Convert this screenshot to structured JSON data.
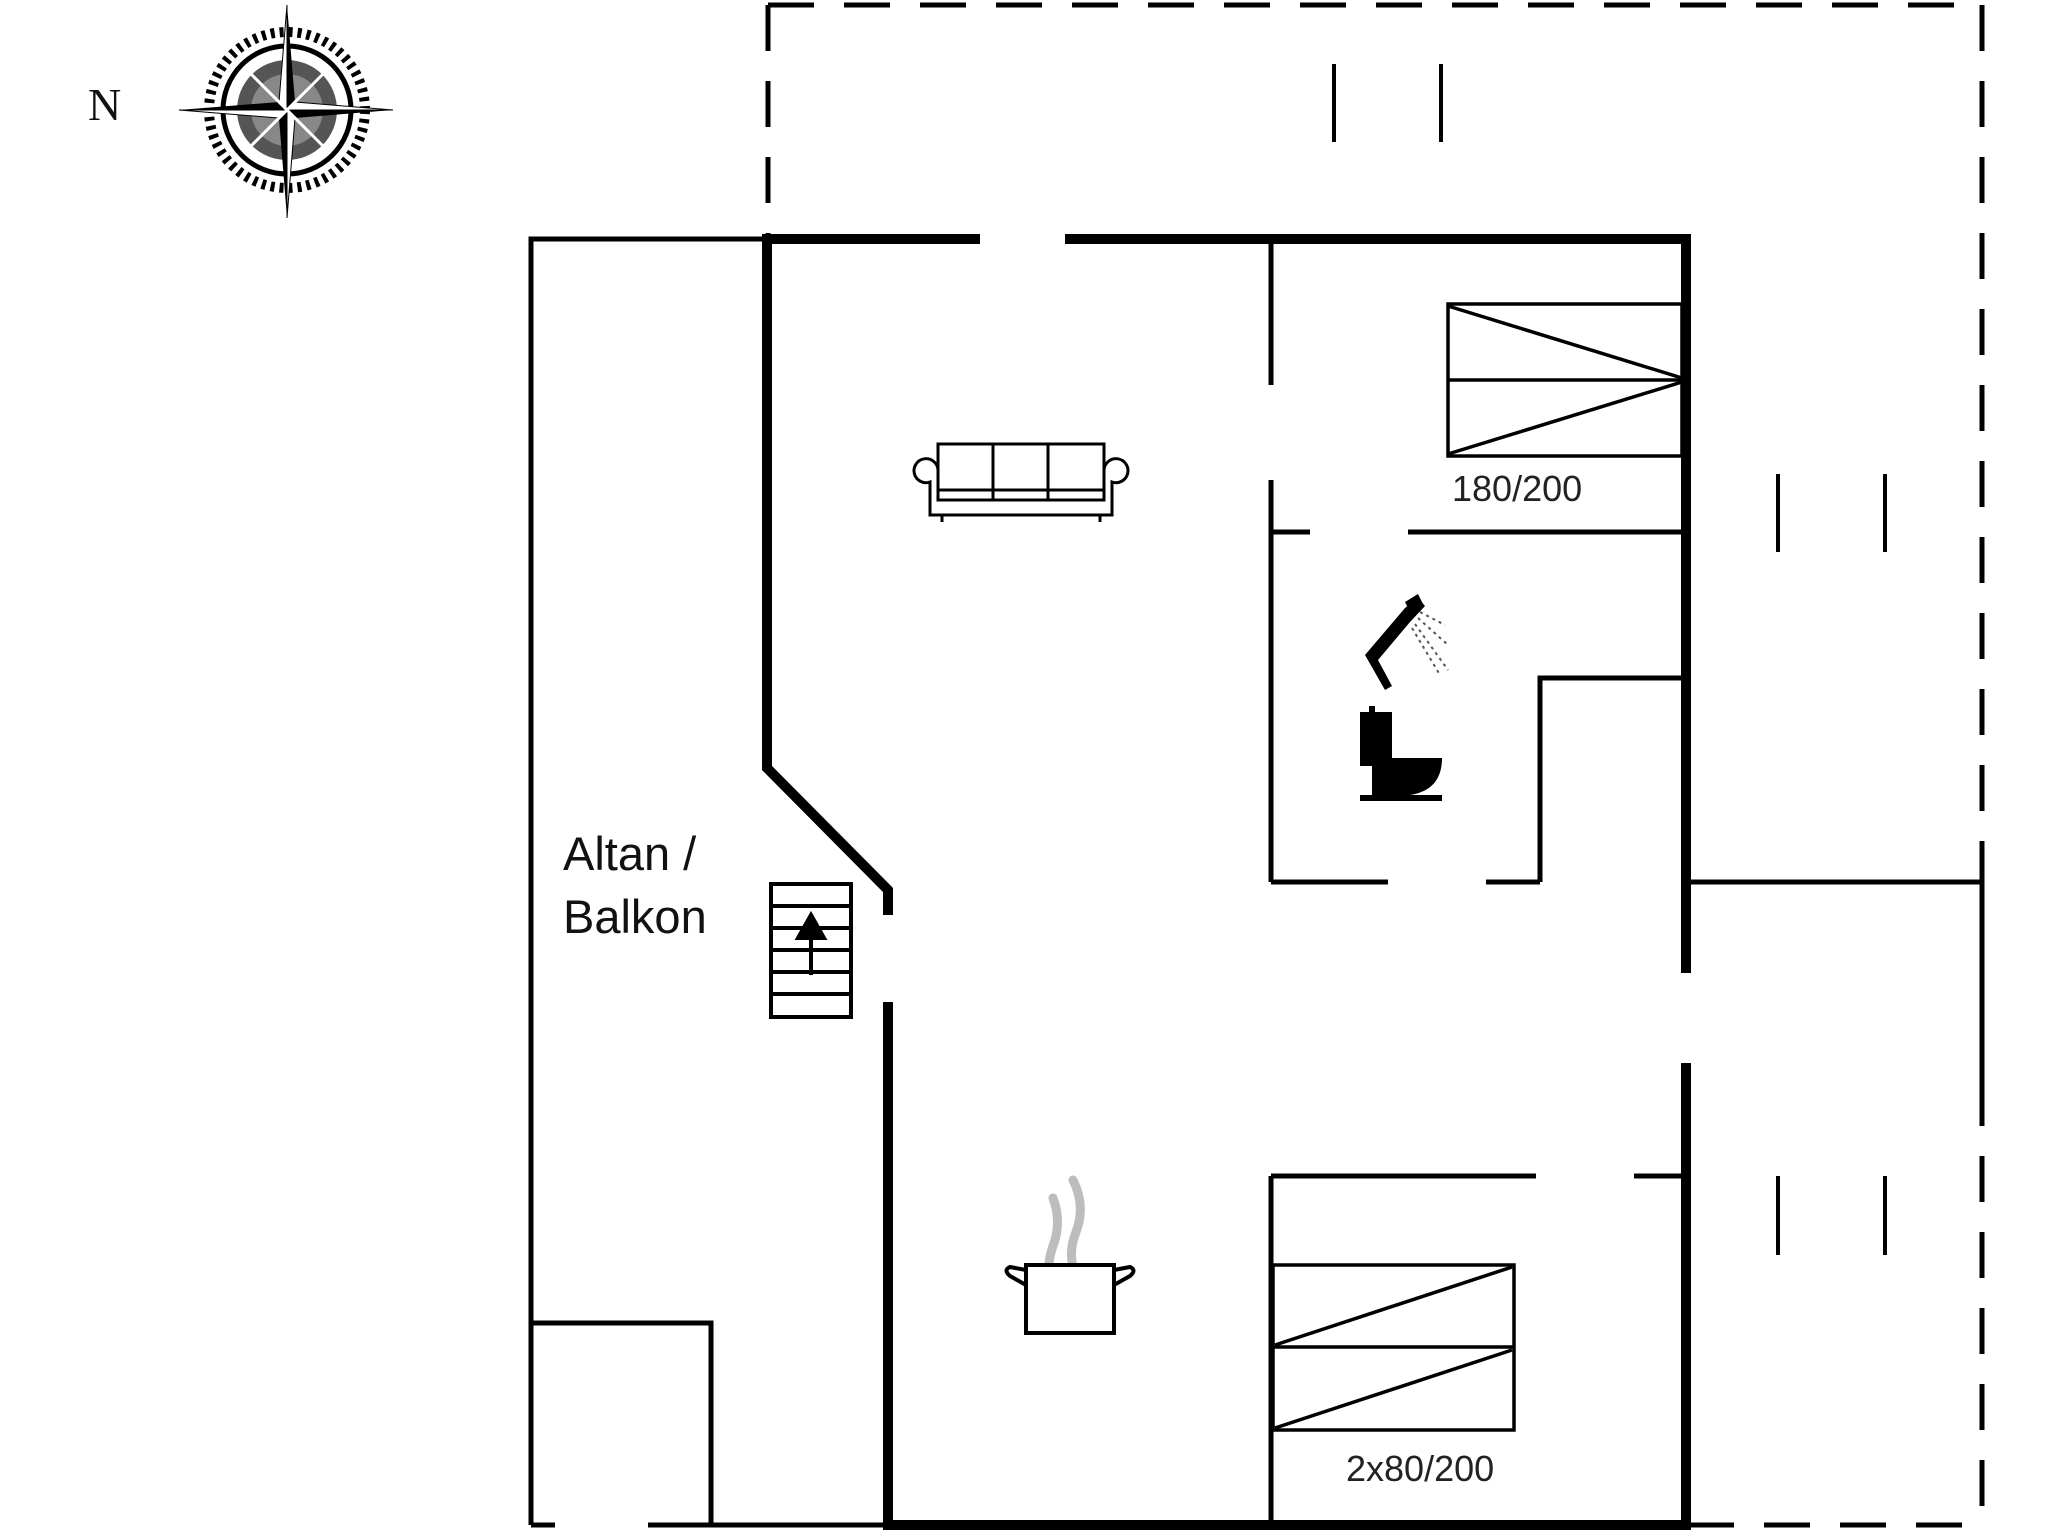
{
  "compass": {
    "north_label": "N",
    "icon": "compass-rose-icon"
  },
  "rooms": {
    "balcony": {
      "line1": "Altan /",
      "line2": "Balkon"
    },
    "bedroom_1": {
      "bed_size": "180/200",
      "icon": "double-bed-icon"
    },
    "bedroom_2": {
      "bed_size": "2x80/200",
      "icon": "twin-beds-icon"
    },
    "living_room": {
      "icon": "sofa-icon"
    },
    "bathroom": {
      "icons": [
        "shower-icon",
        "toilet-icon"
      ]
    },
    "kitchen": {
      "icon": "cooking-pot-icon"
    },
    "stairs": {
      "icon": "stairs-up-icon",
      "treads": 6
    }
  },
  "colors": {
    "wall": "#000000",
    "steam": "#bdbdbd",
    "background": "#ffffff"
  }
}
